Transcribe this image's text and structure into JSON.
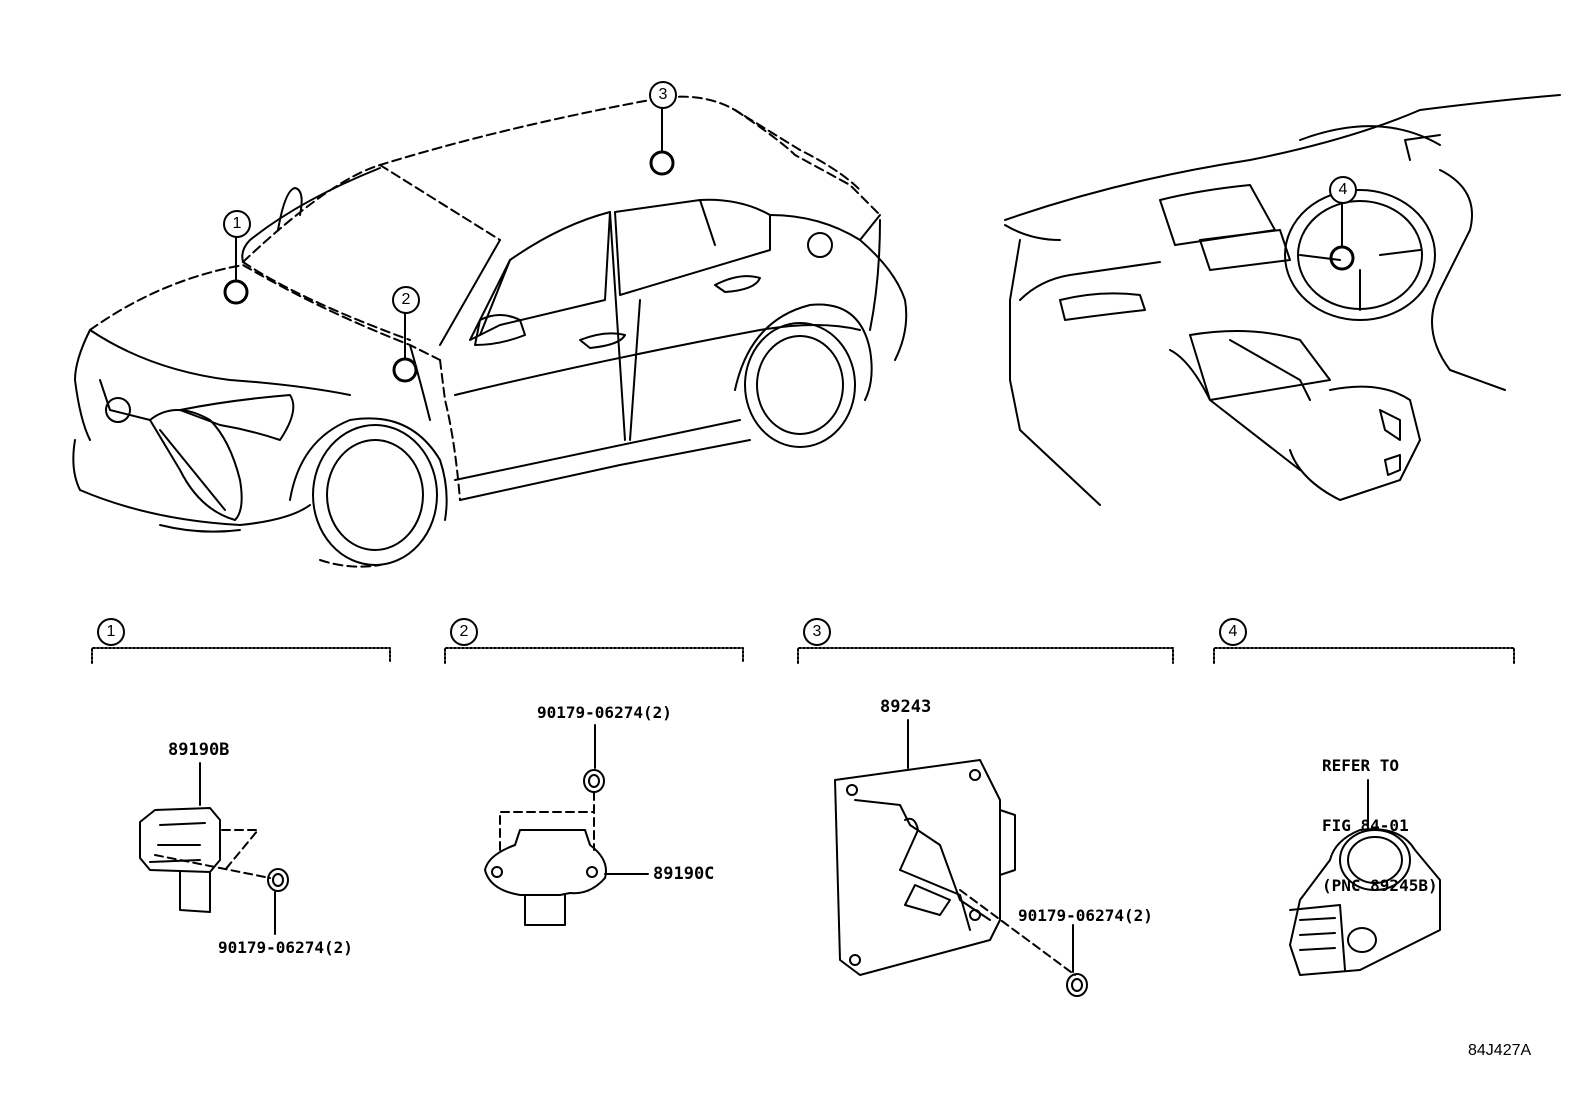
{
  "callouts": {
    "c1": "1",
    "c2": "2",
    "c3": "3",
    "c4": "4"
  },
  "groups": [
    {
      "number": "1"
    },
    {
      "number": "2"
    },
    {
      "number": "3"
    },
    {
      "number": "4"
    }
  ],
  "parts": {
    "p1_main": "89190B",
    "p1_bolt": "90179-06274(2)",
    "p2_bolt": "90179-06274(2)",
    "p2_main": "89190C",
    "p3_main": "89243",
    "p3_bolt": "90179-06274(2)",
    "p4_ref_line1": "REFER TO",
    "p4_ref_line2": "FIG 84-01",
    "p4_ref_line3": "(PNC 89245B)"
  },
  "illustration_code": "84J427A"
}
